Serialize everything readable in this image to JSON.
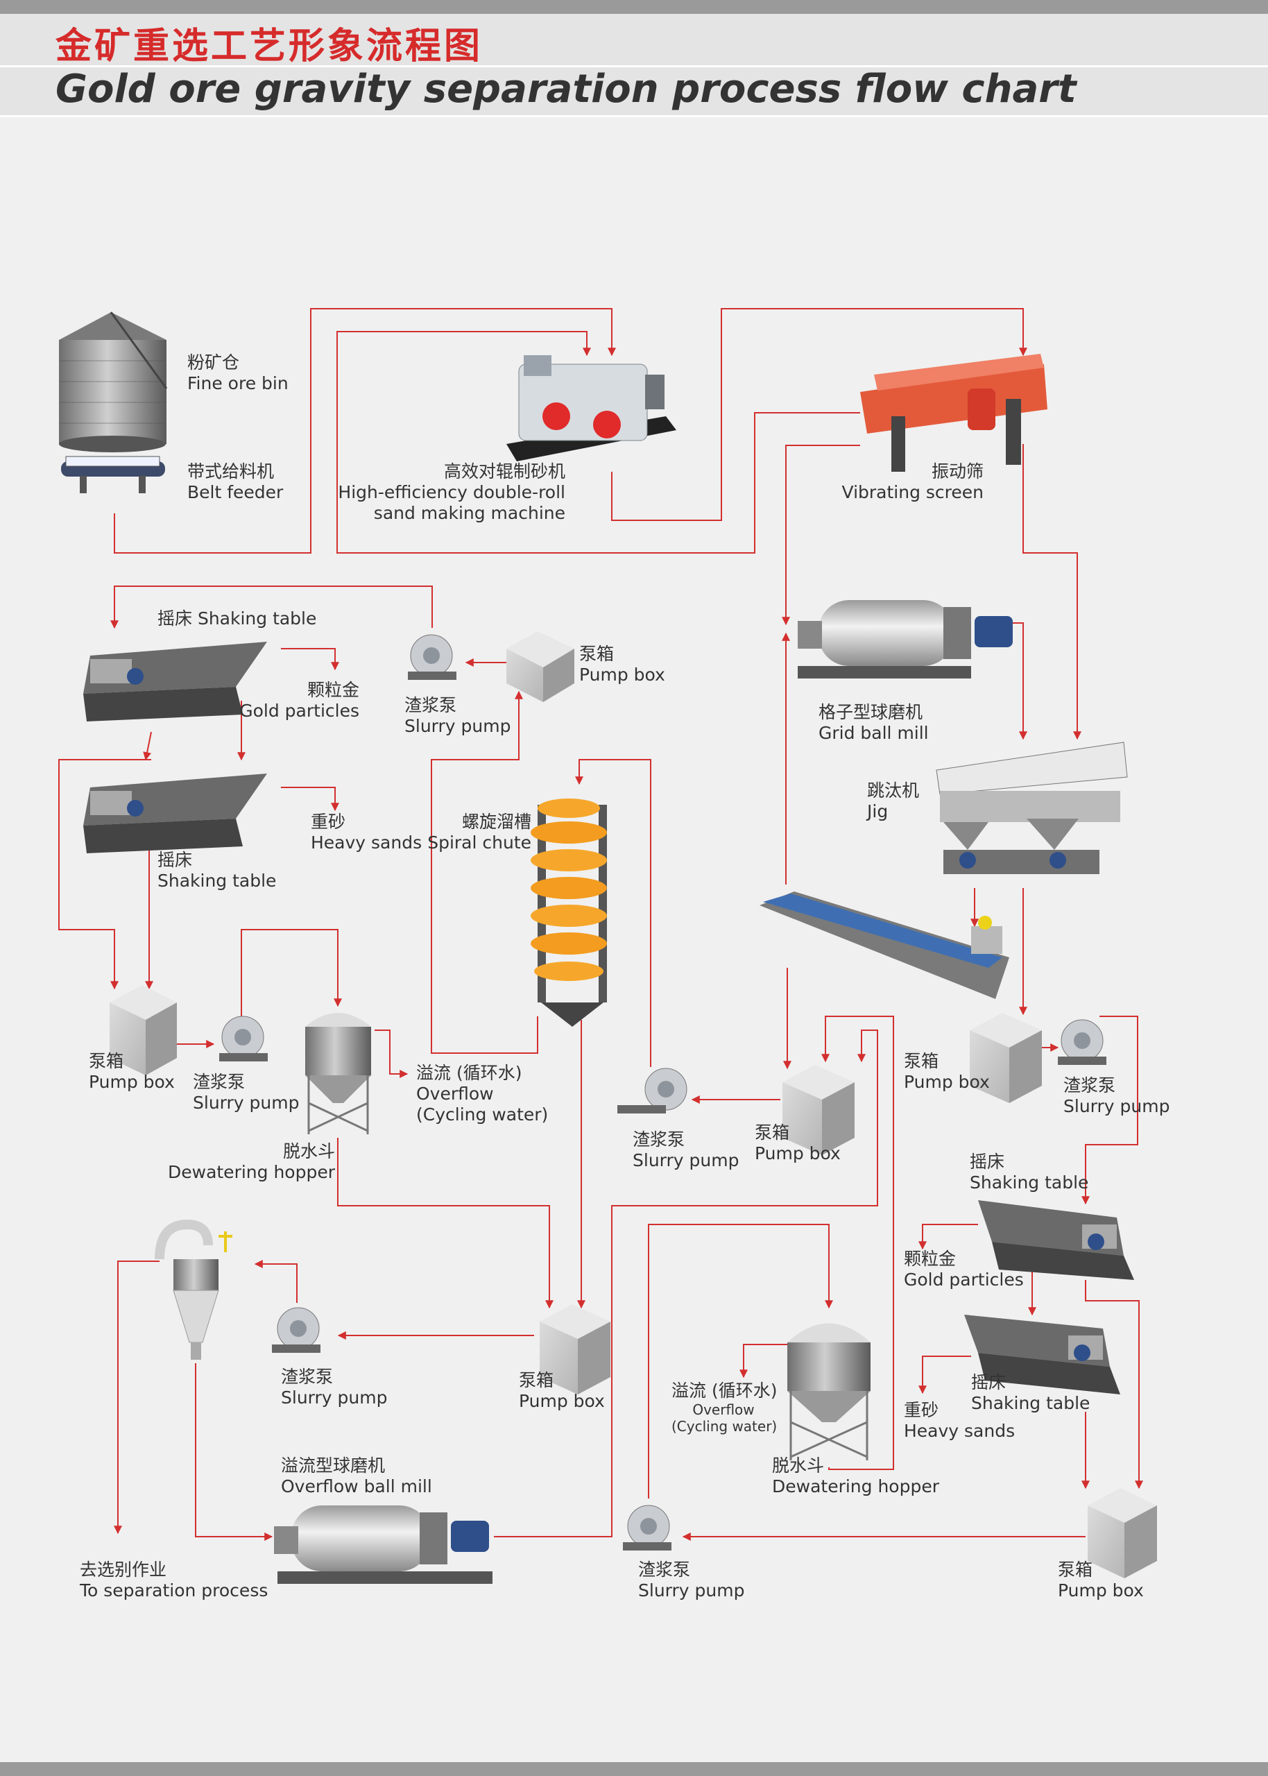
{
  "header": {
    "title_cn": "金矿重选工艺形象流程图",
    "title_en": "Gold ore gravity separation process flow chart"
  },
  "colors": {
    "flow_line": "#d32f2f",
    "title_cn": "#d62b2b",
    "title_en": "#333333",
    "background": "#f0f0f0",
    "header_band": "#e4e4e4",
    "frame_bar": "#9a9a9a"
  },
  "equipment": {
    "fine_ore_bin": {
      "cn": "粉矿仓",
      "en": "Fine ore bin",
      "icon": "silo-icon"
    },
    "belt_feeder": {
      "cn": "带式给料机",
      "en": "Belt feeder",
      "icon": "belt-feeder-icon"
    },
    "sand_machine": {
      "cn": "高效对辊制砂机",
      "en1": "High-efficiency double-roll",
      "en2": "sand making machine",
      "icon": "roll-crusher-icon"
    },
    "vibrating_screen": {
      "cn": "振动筛",
      "en": "Vibrating screen",
      "icon": "vibrating-screen-icon"
    },
    "shaking_table_1": {
      "text": "摇床 Shaking table",
      "icon": "shaking-table-icon"
    },
    "gold_particles_1": {
      "cn": "颗粒金",
      "en": "Gold particles"
    },
    "slurry_pump_1": {
      "cn": "渣浆泵",
      "en": "Slurry pump",
      "icon": "slurry-pump-icon"
    },
    "pump_box_1": {
      "cn": "泵箱",
      "en": "Pump box",
      "icon": "pump-box-icon"
    },
    "grid_ball_mill": {
      "cn": "格子型球磨机",
      "en": "Grid ball mill",
      "icon": "ball-mill-icon"
    },
    "shaking_table_2": {
      "cn": "摇床",
      "en": "Shaking table",
      "icon": "shaking-table-icon"
    },
    "heavy_sands_1": {
      "cn": "重砂",
      "en": "Heavy sands"
    },
    "spiral_chute": {
      "cn": "螺旋溜槽",
      "en": "Spiral chute",
      "icon": "spiral-chute-icon"
    },
    "jig": {
      "cn": "跳汰机",
      "en": "Jig",
      "icon": "jig-icon"
    },
    "spiral_classifier": {
      "icon": "spiral-classifier-icon"
    },
    "pump_box_2": {
      "cn": "泵箱",
      "en": "Pump box",
      "icon": "pump-box-icon"
    },
    "slurry_pump_2": {
      "cn": "渣浆泵",
      "en": "Slurry pump",
      "icon": "slurry-pump-icon"
    },
    "dewatering_hopper_1": {
      "cn": "脱水斗",
      "en": "Dewatering hopper",
      "icon": "hopper-icon"
    },
    "overflow_1": {
      "cn": "溢流 (循环水)",
      "en1": "Overflow",
      "en2": "(Cycling water)"
    },
    "slurry_pump_3": {
      "cn": "渣浆泵",
      "en": "Slurry pump",
      "icon": "slurry-pump-icon"
    },
    "pump_box_3": {
      "cn": "泵箱",
      "en": "Pump box",
      "icon": "pump-box-icon"
    },
    "pump_box_4": {
      "cn": "泵箱",
      "en": "Pump box",
      "icon": "pump-box-icon"
    },
    "slurry_pump_4": {
      "cn": "渣浆泵",
      "en": "Slurry pump",
      "icon": "slurry-pump-icon"
    },
    "shaking_table_3": {
      "cn": "摇床",
      "en": "Shaking table",
      "icon": "shaking-table-icon"
    },
    "gold_particles_2": {
      "cn": "颗粒金",
      "en": "Gold particles"
    },
    "cyclone": {
      "icon": "hydrocyclone-icon"
    },
    "slurry_pump_5": {
      "cn": "渣浆泵",
      "en": "Slurry pump",
      "icon": "slurry-pump-icon"
    },
    "pump_box_5": {
      "cn": "泵箱",
      "en": "Pump box",
      "icon": "pump-box-icon"
    },
    "overflow_2": {
      "cn": "溢流 (循环水)",
      "en1": "Overflow",
      "en2": "(Cycling water)"
    },
    "dewatering_hopper_2": {
      "cn": "脱水斗",
      "en": "Dewatering hopper",
      "icon": "hopper-icon"
    },
    "shaking_table_4": {
      "cn": "摇床",
      "en": "Shaking table",
      "icon": "shaking-table-icon"
    },
    "heavy_sands_2": {
      "cn": "重砂",
      "en": "Heavy sands"
    },
    "overflow_ball_mill": {
      "cn": "溢流型球磨机",
      "en": "Overflow ball mill",
      "icon": "ball-mill-icon"
    },
    "to_separation": {
      "cn": "去选别作业",
      "en": "To separation process"
    },
    "slurry_pump_6": {
      "cn": "渣浆泵",
      "en": "Slurry pump",
      "icon": "slurry-pump-icon"
    },
    "pump_box_6": {
      "cn": "泵箱",
      "en": "Pump box",
      "icon": "pump-box-icon"
    }
  }
}
